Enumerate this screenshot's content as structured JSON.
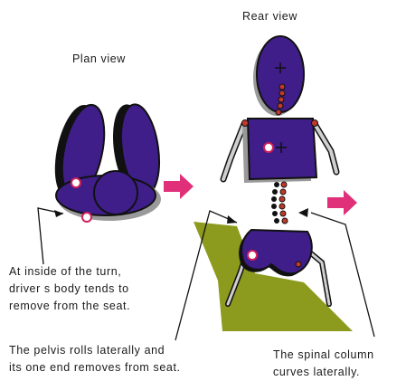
{
  "labels": {
    "plan_view": "Plan view",
    "rear_view": "Rear view",
    "note_inside_turn": [
      "At inside of the turn,",
      "driver s body tends to",
      "remove from the seat."
    ],
    "note_pelvis": [
      "The pelvis rolls laterally and",
      "its one end removes from seat."
    ],
    "note_spine": [
      "The spinal column",
      "curves laterally."
    ]
  },
  "colors": {
    "body_fill": "#3f1e8a",
    "outline": "#111111",
    "shadow": "#9a9a9a",
    "arrow": "#e0307a",
    "seat": "#8c9a1e",
    "vertebra_red": "#c0392b",
    "joint_marker": "#d0205a"
  }
}
